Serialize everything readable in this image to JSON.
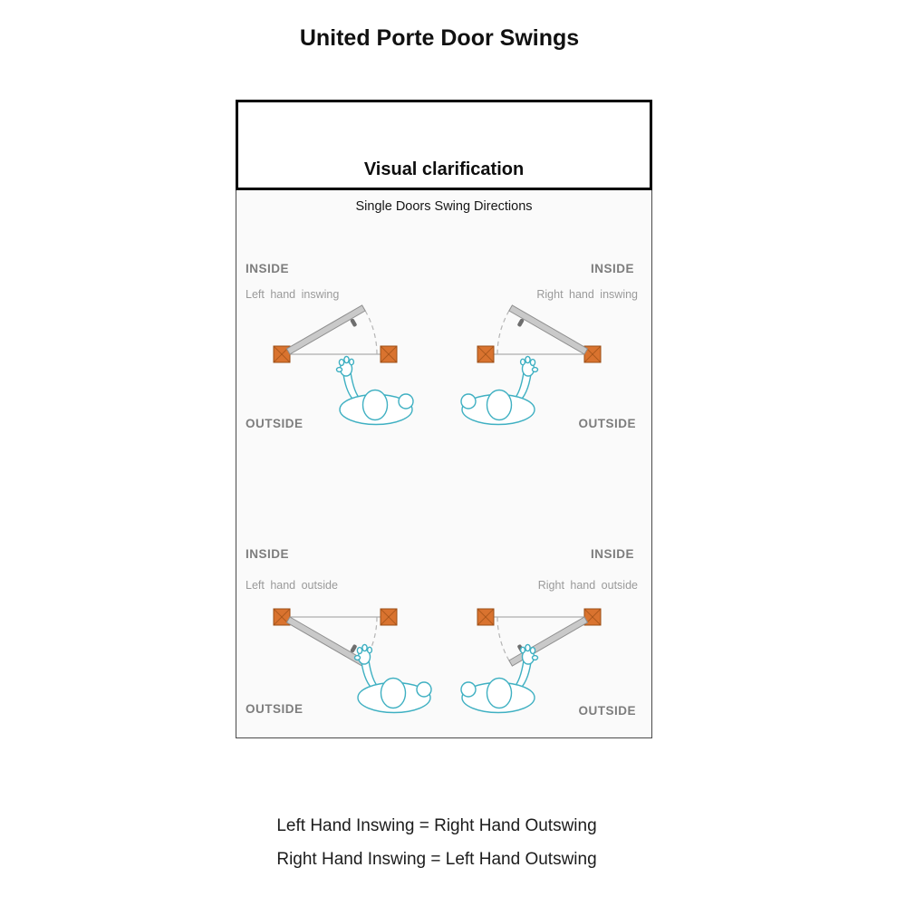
{
  "page": {
    "title": "United Porte Door Swings"
  },
  "panel": {
    "header_title": "Visual clarification",
    "subtitle": "Single Doors Swing Directions",
    "diagrams": [
      {
        "key": "left-inswing",
        "inside_label": "INSIDE",
        "swing_label": "Left hand inswing",
        "outside_label": "OUTSIDE"
      },
      {
        "key": "right-inswing",
        "inside_label": "INSIDE",
        "swing_label": "Right hand inswing",
        "outside_label": "OUTSIDE"
      },
      {
        "key": "left-outswing",
        "inside_label": "INSIDE",
        "swing_label": "Left hand outside",
        "outside_label": "OUTSIDE"
      },
      {
        "key": "right-outswing",
        "inside_label": "INSIDE",
        "swing_label": "Right hand outside",
        "outside_label": "OUTSIDE"
      }
    ]
  },
  "footer": {
    "line1": "Left Hand Inswing = Right Hand Outswing",
    "line2": "Right Hand Inswing = Left Hand Outswing"
  },
  "colors": {
    "jamb": "#d9732f",
    "jamb_dark": "#9c4f16",
    "door": "#c9c9c9",
    "door_edge": "#8f8f8f",
    "handle": "#6e6e6e",
    "person": "#3fb0c2",
    "wall": "#9a9a9a",
    "arc": "#b5b5b5",
    "label_gray": "#7d7d7d",
    "sublabel_gray": "#9a9a9a"
  }
}
